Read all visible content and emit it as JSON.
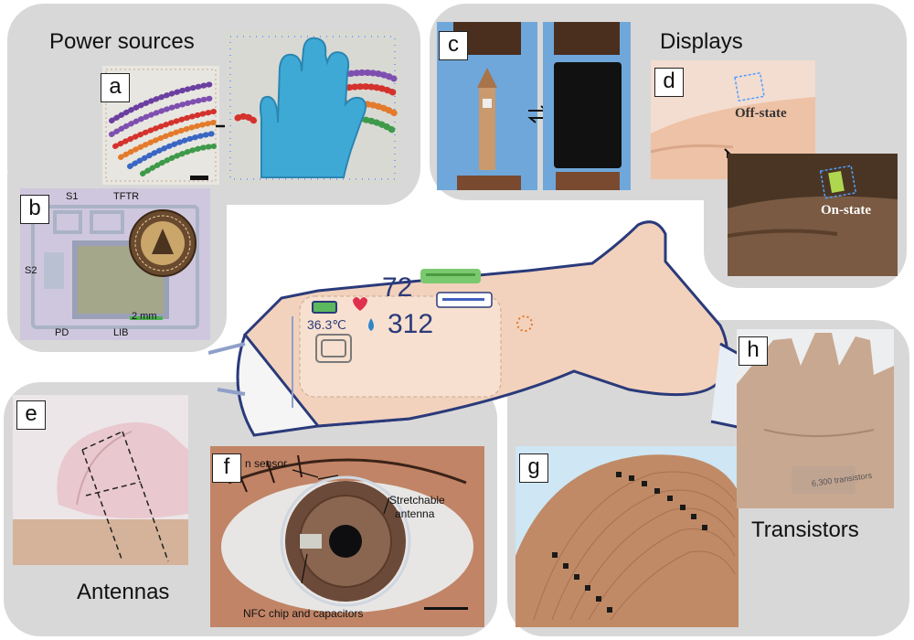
{
  "categories": {
    "power_sources": "Power sources",
    "displays": "Displays",
    "antennas": "Antennas",
    "transistors": "Transistors"
  },
  "panels": {
    "a": "a",
    "b": "b",
    "c": "c",
    "d": "d",
    "e": "e",
    "f": "f",
    "g": "g",
    "h": "h"
  },
  "panel_b": {
    "s1": "S1",
    "tftr": "TFTR",
    "s2": "S2",
    "pd": "PD",
    "lib": "LIB",
    "scale": "2 mm"
  },
  "panel_d": {
    "off_state": "Off-state",
    "on_state": "On-state"
  },
  "panel_f": {
    "sensor": "n sensor",
    "antenna_line1": "Stretchable",
    "antenna_line2": "antenna",
    "nfc": "NFC chip and capacitors"
  },
  "panel_h": {
    "transistor_count": "6,300 transistors"
  },
  "skin_display": {
    "temperature": "36.3℃",
    "heart_rate": "72",
    "glucose": "312"
  },
  "colors": {
    "panel_bg": "#d8d8d8",
    "glove": "#3fa9d6",
    "skin": "#f2d2bd",
    "outline": "#2a3a7a"
  }
}
